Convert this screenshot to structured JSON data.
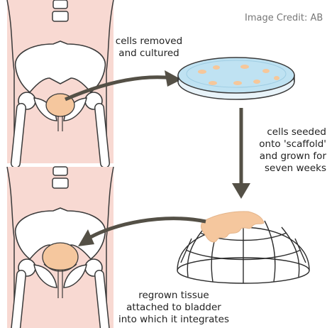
{
  "credit": "Image Credit: AB",
  "steps": {
    "step1": {
      "line1": "cells removed",
      "line2": "and cultured"
    },
    "step2": {
      "line1": "cells seeded",
      "line2": "onto 'scaffold'",
      "line3": "and grown for",
      "line4": "seven weeks"
    },
    "step3": {
      "line1": "regrown tissue",
      "line2": "attached to bladder",
      "line3": "into which it integrates"
    }
  },
  "colors": {
    "skin": "#f8d9d2",
    "bone": "#ffffff",
    "outline": "#3a3a3a",
    "bladder": "#f5c79e",
    "dish_liquid": "#bfe2f2",
    "arrow": "#545046"
  }
}
